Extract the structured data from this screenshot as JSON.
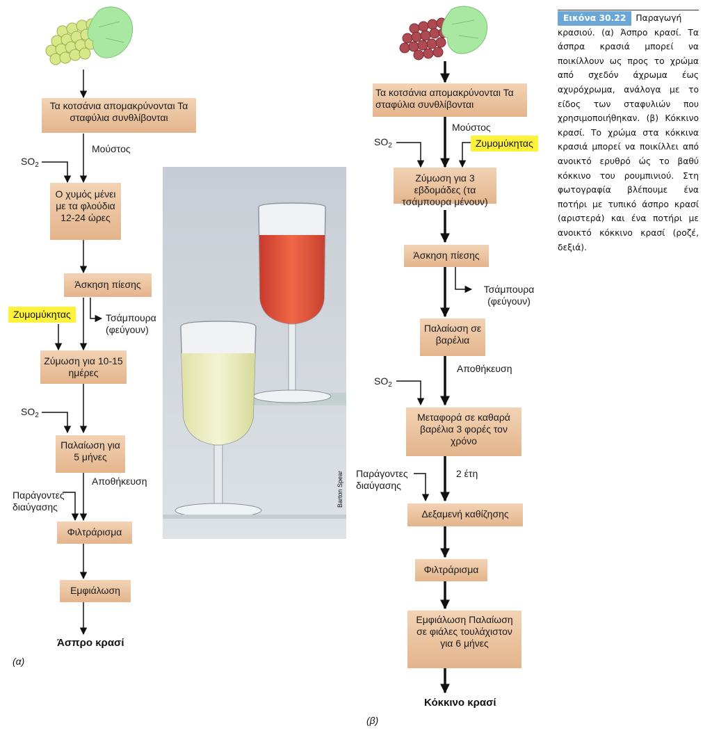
{
  "white": {
    "step1": "Τα κοτσάνια απομακρύνονται Τα σταφύλια συνθλίβονται",
    "must": "Μούστος",
    "so2_a": "SO",
    "so2_sub": "2",
    "step2": "Ο χυμός μένει με τα φλούδια 12-24 ώρες",
    "step3": "Άσκηση πίεσης",
    "pomace": "Τσάμπουρα (φεύγουν)",
    "yeast": "Ζυμομύκητας",
    "step4": "Ζύμωση για 10-15 ημέρες",
    "so2_b": "SO",
    "step5": "Παλαίωση για 5 μήνες",
    "storage": "Αποθήκευση",
    "fining": "Παράγοντες διαύγασης",
    "step6": "Φιλτράρισμα",
    "step7": "Εμφιάλωση",
    "final": "Άσπρο κρασί",
    "panel": "(α)"
  },
  "red": {
    "step1": "Τα κοτσάνια απομακρύνονται Τα σταφύλια συνθλίβονται",
    "must": "Μούστος",
    "so2_a": "SO",
    "so2_sub": "2",
    "yeast": "Ζυμομύκητας",
    "step2": "Ζύμωση για 3 εβδομάδες (τα τσάμπουρα μένουν)",
    "step3": "Άσκηση πίεσης",
    "pomace": "Τσάμπουρα (φεύγουν)",
    "step4": "Παλαίωση σε βαρέλια",
    "storage": "Αποθήκευση",
    "so2_b": "SO",
    "step5": "Μεταφορά σε καθαρά βαρέλια 3 φορές τον χρόνο",
    "years": "2 έτη",
    "fining": "Παράγοντες διαύγασης",
    "step6": "Δεξαμενή καθίζησης",
    "step7": "Φιλτράρισμα",
    "step8": "Εμφιάλωση Παλαίωση σε φιάλες τουλάχιστον για 6 μήνες",
    "final": "Κόκκινο κρασί",
    "panel": "(β)"
  },
  "photo_credit": "Barton Spear",
  "caption": {
    "figure": "Εικόνα 30.22",
    "text": "Παραγωγή κρασιού. (α) Άσπρο κρασί. Τα άσπρα κρασιά μπορεί να ποικίλλουν ως προς το χρώμα από σχεδόν άχρωμα έως αχυρόχρωμα, ανάλογα με το είδος των σταφυλιών που χρησιμοποιήθηκαν. (β) Κόκκινο κρασί. Το χρώμα στα κόκκινα κρασιά μπορεί να ποικίλλει από ανοικτό ερυθρό ώς το βαθύ κόκκινο του ρουμπινιού. Στη φωτογραφία βλέπουμε ένα ποτήρι με τυπικό άσπρο κρασί (αριστερά) και ένα ποτήρι με ανοικτό κόκκινο κρασί (ροζέ, δεξιά)."
  },
  "colors": {
    "box_fill": "#ecc4a0",
    "yeast_highlight": "#fff23a",
    "caption_badge": "#6aa7d6",
    "white_grape": "#d6e88a",
    "red_grape": "#b04a52",
    "leaf": "#a9e8a0",
    "white_wine": "#eef0c4",
    "red_wine": "#e8533e"
  }
}
